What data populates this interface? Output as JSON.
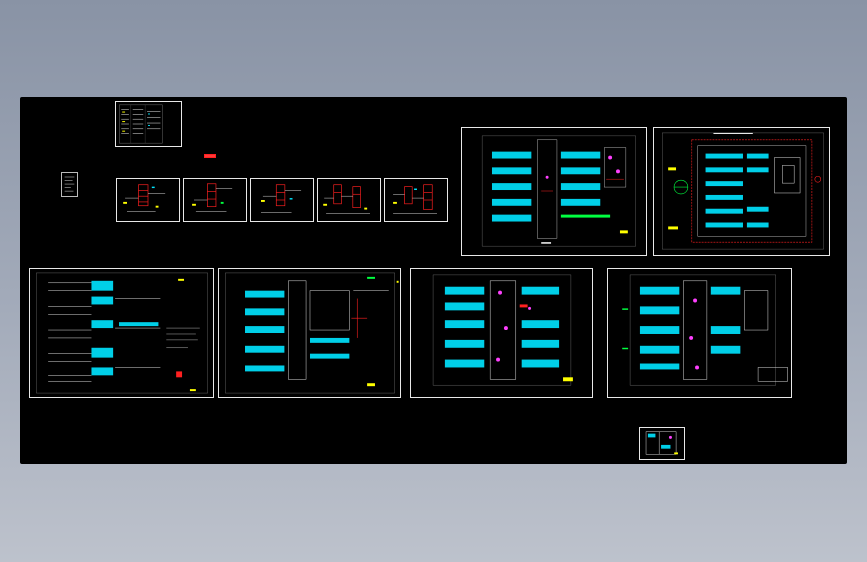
{
  "viewer": {
    "background_top": "#8993a5",
    "background_bottom": "#bdc2cc",
    "model_space": "#000000"
  },
  "colors": {
    "sheet_border": "#e8e8e8",
    "cyan": "#00e5ff",
    "red": "#ff2020",
    "yellow": "#ffff00",
    "green": "#00ff40",
    "magenta": "#ff40ff",
    "white": "#ffffff"
  },
  "sheets": [
    {
      "id": "legend-sheet",
      "kind": "legend"
    },
    {
      "id": "small-note",
      "kind": "note"
    },
    {
      "id": "red-mark",
      "kind": "mark"
    },
    {
      "id": "detail-1",
      "kind": "detail"
    },
    {
      "id": "detail-2",
      "kind": "detail"
    },
    {
      "id": "detail-3",
      "kind": "detail"
    },
    {
      "id": "detail-4",
      "kind": "detail"
    },
    {
      "id": "detail-5",
      "kind": "detail"
    },
    {
      "id": "plan-top-right-1",
      "kind": "plan"
    },
    {
      "id": "site-plan",
      "kind": "site"
    },
    {
      "id": "plan-bottom-1",
      "kind": "plan"
    },
    {
      "id": "plan-bottom-2",
      "kind": "plan"
    },
    {
      "id": "plan-bottom-3",
      "kind": "plan"
    },
    {
      "id": "plan-bottom-4",
      "kind": "plan"
    },
    {
      "id": "small-detail-bottom",
      "kind": "detail"
    }
  ]
}
